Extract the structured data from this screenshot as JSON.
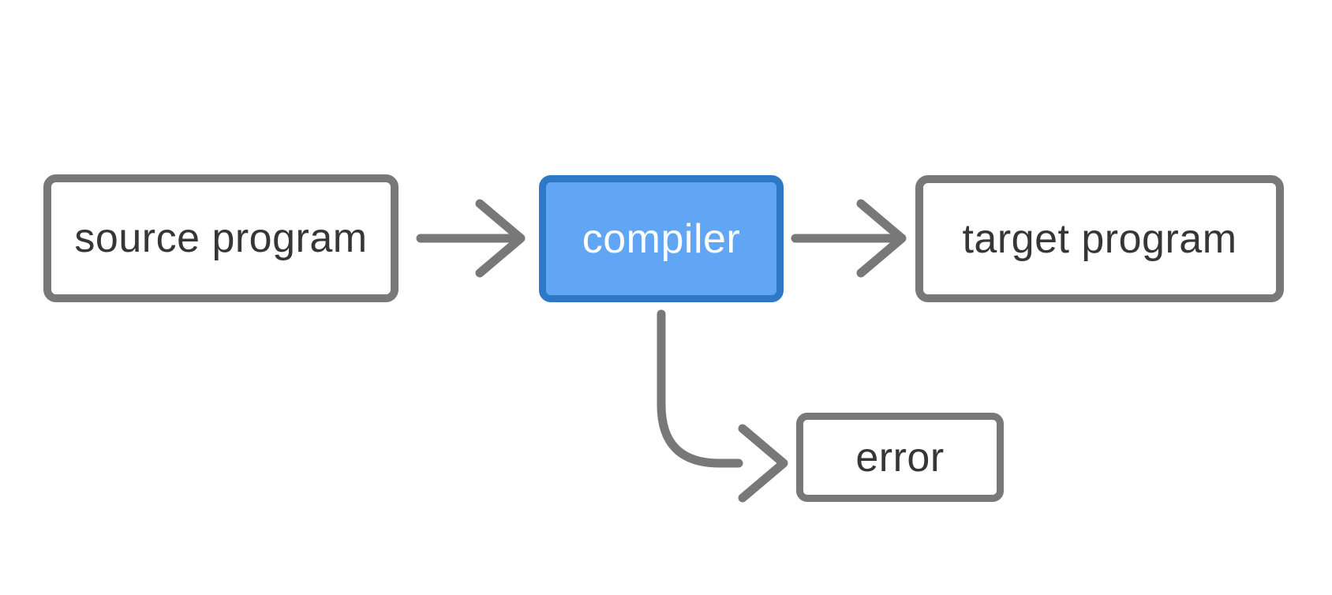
{
  "diagram": {
    "nodes": {
      "source": {
        "label": "source program"
      },
      "compiler": {
        "label": "compiler"
      },
      "target": {
        "label": "target program"
      },
      "error": {
        "label": "error"
      }
    },
    "arrows": [
      {
        "name": "source-to-compiler",
        "direction": "right"
      },
      {
        "name": "compiler-to-target",
        "direction": "right"
      },
      {
        "name": "compiler-to-error",
        "direction": "down-then-right"
      }
    ],
    "colors": {
      "background": "#FFFFFF",
      "box_border_gray": "#787878",
      "arrow_gray": "#787878",
      "label_text_dark": "#363636",
      "compiler_fill": "#60A6F4",
      "compiler_border": "#2E78C8",
      "compiler_text": "#FFFFFF"
    }
  }
}
